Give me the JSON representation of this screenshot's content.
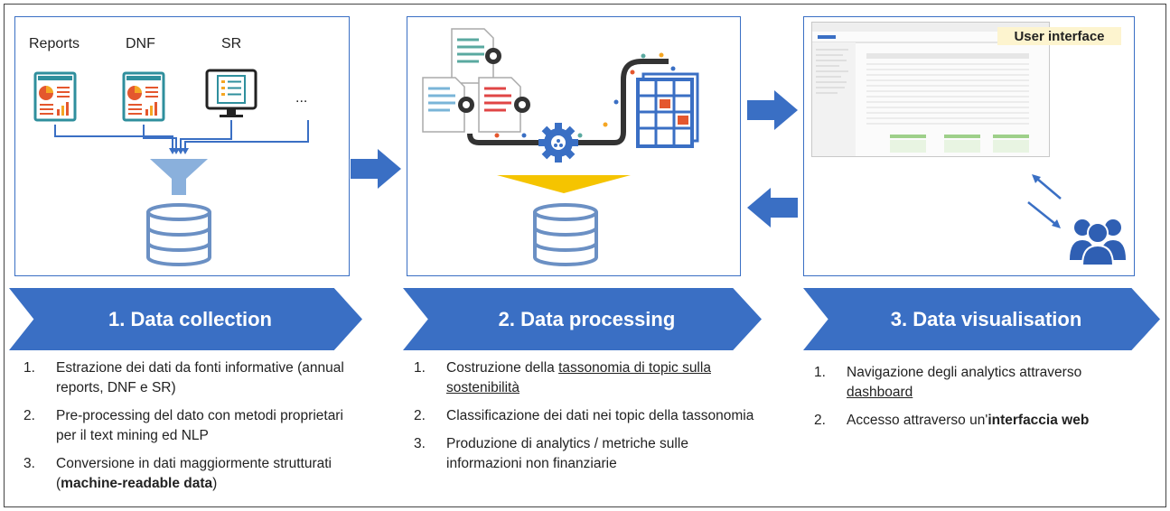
{
  "colors": {
    "primary": "#3a6fc4",
    "chart_red": "#e4572e",
    "chart_orange": "#f5a623",
    "funnel_blue": "#8ab0dc",
    "yellow": "#f5c400"
  },
  "panel1": {
    "sources": [
      "Reports",
      "DNF",
      "SR",
      "..."
    ],
    "icons": [
      "report-chart-icon",
      "report-chart-icon",
      "monitor-list-icon",
      "funnel-icon",
      "database-icon"
    ]
  },
  "panel2": {
    "icons": [
      "documents-scan-icon",
      "gear-icon",
      "data-grid-icon",
      "database-icon"
    ]
  },
  "panel3": {
    "ui_label": "User interface",
    "icons": [
      "dashboard-screenshot",
      "users-group-icon",
      "sync-arrows-icon"
    ]
  },
  "steps": [
    {
      "title": "1. Data collection",
      "items": [
        {
          "num": "1.",
          "text": "Estrazione dei dati da fonti informative (annual reports, DNF e SR)"
        },
        {
          "num": "2.",
          "text": "Pre-processing del dato con metodi proprietari per il text mining ed NLP"
        },
        {
          "num": "3.",
          "text_before": "Conversione in dati maggiormente strutturati (",
          "text_bold": "machine-readable data",
          "text_after": ")"
        }
      ]
    },
    {
      "title": "2. Data processing",
      "items": [
        {
          "num": "1.",
          "text_before": "Costruzione della ",
          "text_underline": "tassonomia di topic sulla sostenibilità",
          "text_after": ""
        },
        {
          "num": "2.",
          "text": "Classificazione dei dati nei topic della tassonomia"
        },
        {
          "num": "3.",
          "text": "Produzione di analytics / metriche sulle informazioni non finanziarie"
        }
      ]
    },
    {
      "title": "3. Data visualisation",
      "items": [
        {
          "num": "1.",
          "text_before": "Navigazione degli analytics attraverso ",
          "text_underline": "dashboard",
          "text_after": ""
        },
        {
          "num": "2.",
          "text_before": "Accesso attraverso un'",
          "text_bold": "interfaccia web",
          "text_after": ""
        }
      ]
    }
  ]
}
